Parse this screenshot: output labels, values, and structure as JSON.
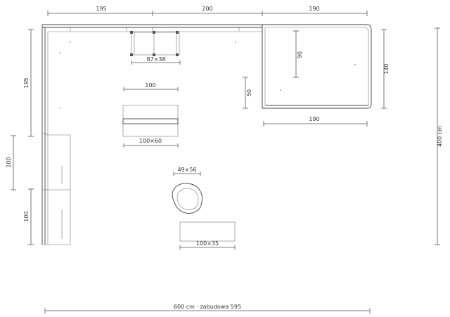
{
  "plan": {
    "top_dims": [
      "195",
      "200",
      "190"
    ],
    "left_dims": [
      "195",
      "100",
      "100"
    ],
    "right_dims": [
      "140",
      "400 cm"
    ],
    "inner_dims": [
      "90",
      "50",
      "190"
    ],
    "items": {
      "stool": "87×38",
      "bench_width": "100",
      "bench": "100×60",
      "chair": "49×56",
      "rug": "100×35"
    },
    "bottom": "600 cm · zabudowa 595"
  }
}
